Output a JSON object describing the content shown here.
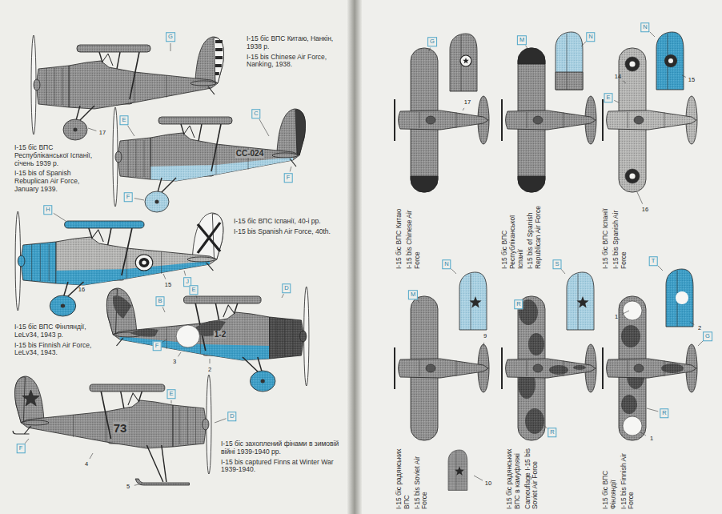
{
  "diagram": {
    "labels": [
      "I-15 біс ВПС Китаю, Нанкін, 1938 р.",
      "I-15 bis Chinese Air Force, Nanking, 1938.",
      "I-15 біс ВПС Республіканської Іспанії, січень 1939 р.",
      "I-15 bis of Spanish Rebuplican Air Force, January 1939.",
      "I-15 біс ВПС Іспанії, 40-і рр.",
      "I-15 bis Spanish Air Force, 40th.",
      "I-15 біс ВПС Фінляндії, LeLv34, 1943 р.",
      "I-15 bis Finnish Air Force, LeLv34, 1943.",
      "I-15 біс захоплений фінами в зимовій війні 1939-1940 рр.",
      "I-15 bis captured Finns at Winter War 1939-1940.",
      "I-15 біс ВПС Китаю",
      "I-15 bis Chinese Air Force",
      "I-15 біс ВПС Республіканської Іспанії",
      "I-15 bis of Spanish Republican Air Force",
      "I-15 біс ВПС Іспанії",
      "I-15 bis Spanish Air Force",
      "I-15 біс радянських ВПС",
      "I-15 bis Soviet Air Force",
      "I-15 біс радянських ВПС в камуфляжі",
      "Camouflage I-15 bis Soviet Air Force",
      "I-15 біс ВПС Фінляндії",
      "I-15 bis Finnish Air Force",
      "CC-024",
      "1-2",
      "73",
      "G",
      "17",
      "E",
      "C",
      "F",
      "F",
      "H",
      "16",
      "15",
      "J",
      "B",
      "E",
      "D",
      "F",
      "3",
      "2",
      "E",
      "D",
      "F",
      "4",
      "5",
      "G",
      "17",
      "M",
      "N",
      "N",
      "14",
      "15",
      "E",
      "16",
      "M",
      "N",
      "9",
      "10",
      "R",
      "S",
      "R",
      "T",
      "1",
      "2",
      "G",
      "1",
      "R"
    ]
  }
}
